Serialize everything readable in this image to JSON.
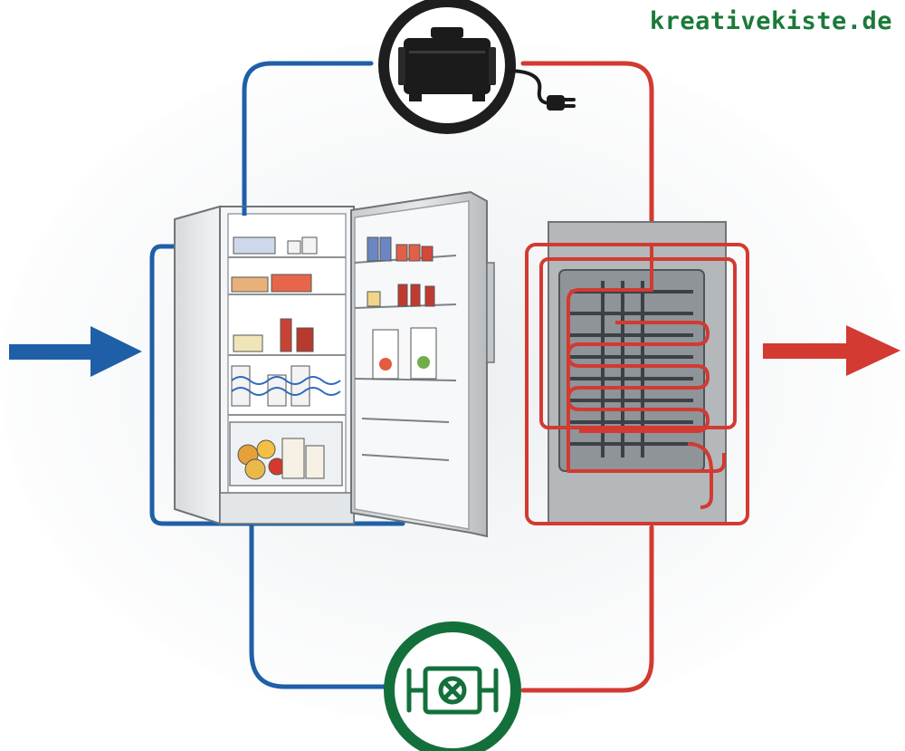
{
  "watermark": "kreativekiste.de",
  "colors": {
    "cold_line": "#1f5fa8",
    "hot_line": "#d23a32",
    "compressor_ring": "#1e1e1e",
    "valve_ring": "#13703b",
    "watermark": "#1a7a3a"
  },
  "components": {
    "top": "compressor-icon",
    "bottom": "expansion-valve-icon",
    "left": "refrigerator-open",
    "right": "condenser-coil-panel"
  },
  "flows": {
    "in_arrow": "inflow-arrow-blue",
    "out_arrow": "outflow-arrow-red"
  }
}
